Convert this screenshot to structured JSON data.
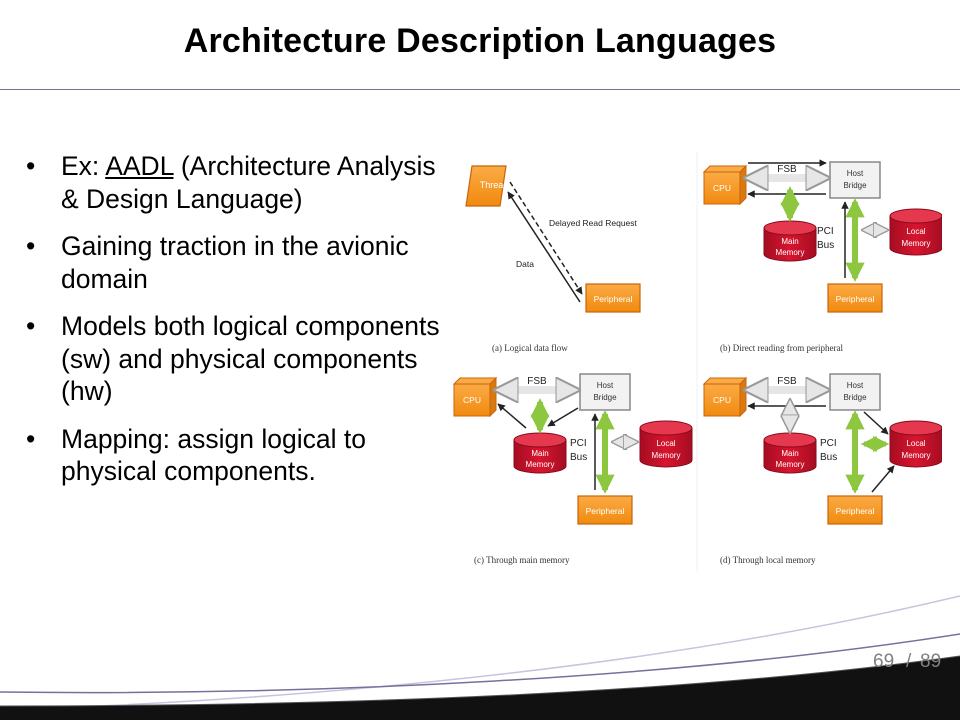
{
  "slide": {
    "title": "Architecture Description Languages",
    "bullets": [
      {
        "prefix": "Ex: ",
        "link": "AADL",
        "rest": " (Architecture Analysis & Design Language)"
      },
      {
        "text": "Gaining traction in the avionic domain"
      },
      {
        "text": "Models both logical components (sw) and physical components (hw)"
      },
      {
        "text": "Mapping: assign logical to physical components."
      }
    ],
    "page_current": "69",
    "page_sep": "/",
    "page_total": "89"
  },
  "figure": {
    "panel_a": {
      "caption": "(a) Logical data flow",
      "thread": "Thread",
      "peripheral": "Peripheral",
      "request": "Delayed Read Request",
      "data": "Data"
    },
    "panel_b": {
      "caption": "(b) Direct reading from peripheral"
    },
    "panel_c": {
      "caption": "(c) Through main memory"
    },
    "panel_d": {
      "caption": "(d) Through local memory"
    },
    "labels": {
      "cpu": "CPU",
      "fsb": "FSB",
      "host_1": "Host",
      "host_2": "Bridge",
      "main_1": "Main",
      "main_2": "Memory",
      "local_1": "Local",
      "local_2": "Memory",
      "pci_1": "PCI",
      "pci_2": "Bus",
      "peripheral": "Peripheral"
    }
  },
  "colors": {
    "orange": "#f7941d",
    "orange_dark": "#c8640a",
    "red": "#c8102e",
    "green": "#8dc63f",
    "title_rule": "#7a6f9c",
    "page_number": "#808080"
  }
}
